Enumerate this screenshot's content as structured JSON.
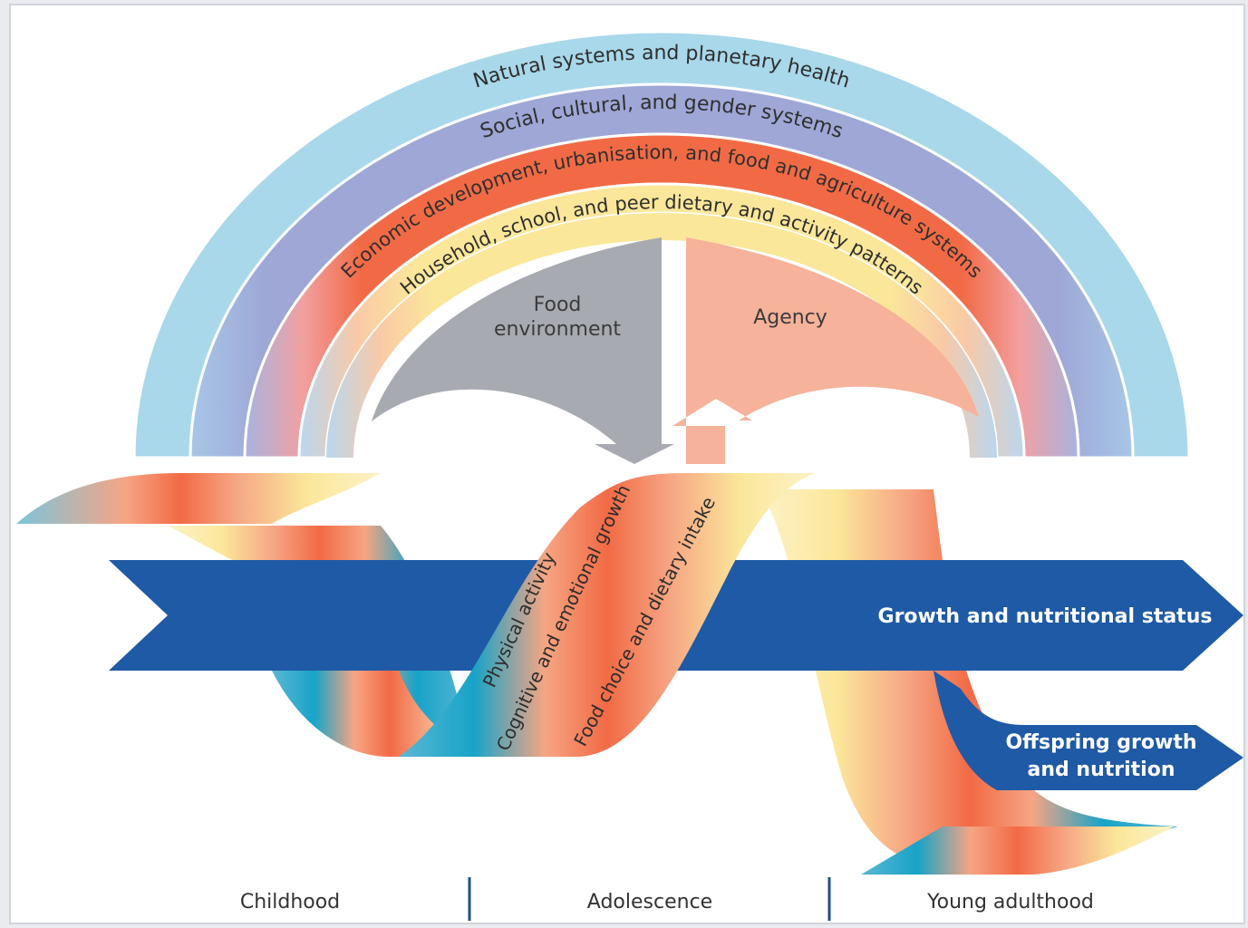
{
  "arcs": {
    "outer": "Natural systems and planetary health",
    "second": "Social, cultural, and gender systems",
    "third": "Economic development, urbanisation, and food and agriculture systems",
    "inner": "Household, school, and peer dietary and activity patterns"
  },
  "arrows": {
    "food_line1": "Food",
    "food_line2": "environment",
    "agency": "Agency"
  },
  "ribbon_bands": {
    "physical": "Physical activity",
    "cognitive": "Cognitive and emotional growth",
    "food_choice": "Food choice and dietary intake"
  },
  "outcomes": {
    "growth": "Growth and nutritional status",
    "offspring_line1": "Offspring growth",
    "offspring_line2": "and nutrition"
  },
  "life_stages": [
    "Childhood",
    "Adolescence",
    "Young adulthood"
  ],
  "colors": {
    "sky_blue": "#a8d8ea",
    "lavender": "#9ea7d6",
    "orange": "#f26a45",
    "yellow": "#fbe79a",
    "grey_arrow": "#a7abb1",
    "salmon_arrow": "#f6b29a",
    "navy": "#1f5aa6",
    "teal": "#17a3c8"
  }
}
